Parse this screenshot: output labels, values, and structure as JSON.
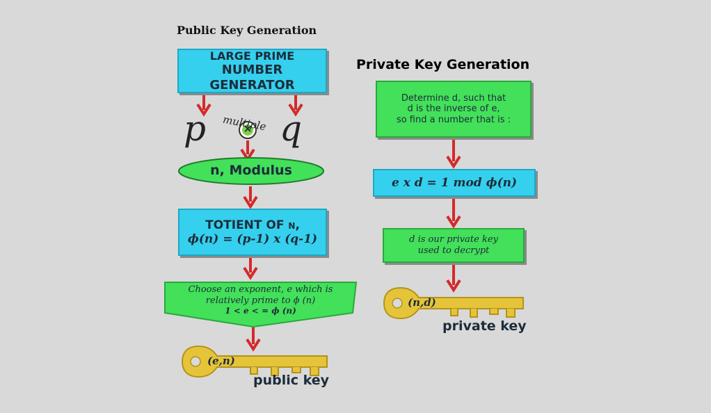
{
  "public": {
    "title": "Public Key Generation",
    "generator_line1": "LARGE PRIME",
    "generator_line2": "NUMBER GENERATOR",
    "p": "p",
    "multiple": "multiple",
    "times": "×",
    "q": "q",
    "modulus": "n, Modulus",
    "totient_line1": "TOTIENT OF n,",
    "totient_line2": "ϕ(n) = (p-1) x (q-1)",
    "exponent_line1": "Choose an exponent, e which is",
    "exponent_line2": "relatively prime to ϕ (n)",
    "exponent_line3": "1 < e < = ϕ (n)",
    "key_label": "(e,n)",
    "key_caption": "public key"
  },
  "private": {
    "title": "Private Key Generation",
    "determine_line1": "Determine d, such that",
    "determine_line2": "d is the inverse of e,",
    "determine_line3": "so find a number that is :",
    "equation": "e x d = 1 mod ϕ(n)",
    "private_line1": "d is our private key",
    "private_line2": "used to decrypt",
    "key_label": "(n,d)",
    "key_caption": "private key"
  },
  "colors": {
    "cyan": "#35d0ee",
    "green": "#43e05a",
    "arrow": "#d42a2a",
    "key": "#e6c43a"
  }
}
